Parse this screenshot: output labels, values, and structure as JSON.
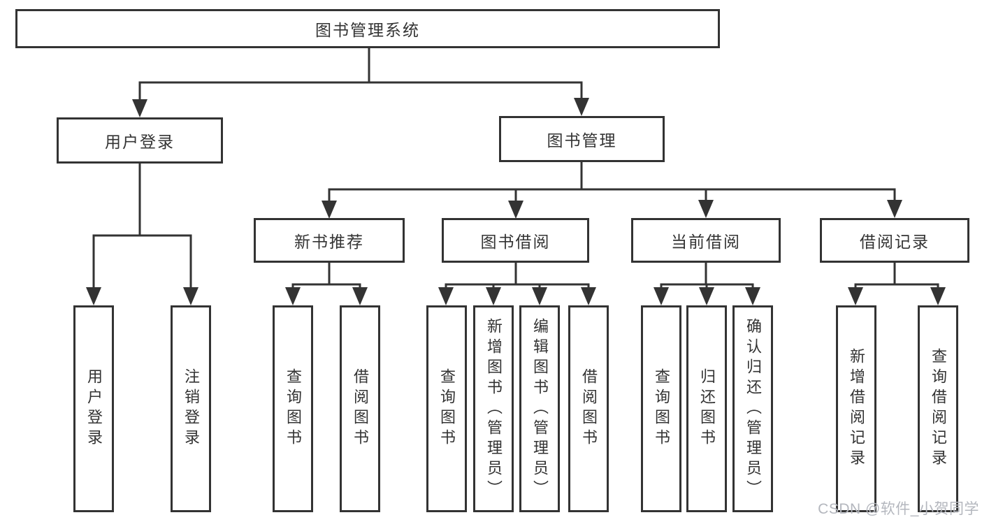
{
  "diagram": {
    "type": "hierarchy",
    "root": {
      "label": "图书管理系统"
    },
    "branches": [
      {
        "label": "用户登录",
        "children": [
          {
            "label": "用户登录"
          },
          {
            "label": "注销登录"
          }
        ]
      },
      {
        "label": "图书管理",
        "children": [
          {
            "label": "新书推荐",
            "children": [
              {
                "label": "查询图书"
              },
              {
                "label": "借阅图书"
              }
            ]
          },
          {
            "label": "图书借阅",
            "children": [
              {
                "label": "查询图书"
              },
              {
                "label": "新增图书（管理员）"
              },
              {
                "label": "编辑图书（管理员）"
              },
              {
                "label": "借阅图书"
              }
            ]
          },
          {
            "label": "当前借阅",
            "children": [
              {
                "label": "查询图书"
              },
              {
                "label": "归还图书"
              },
              {
                "label": "确认归还（管理员）"
              }
            ]
          },
          {
            "label": "借阅记录",
            "children": [
              {
                "label": "新增借阅记录"
              },
              {
                "label": "查询借阅记录"
              }
            ]
          }
        ]
      }
    ]
  },
  "watermark": {
    "text": "CSDN @软件_小贺同学"
  },
  "colors": {
    "line": "#333333",
    "text": "#333333",
    "background": "#ffffff",
    "watermark": "#b4b7be"
  }
}
